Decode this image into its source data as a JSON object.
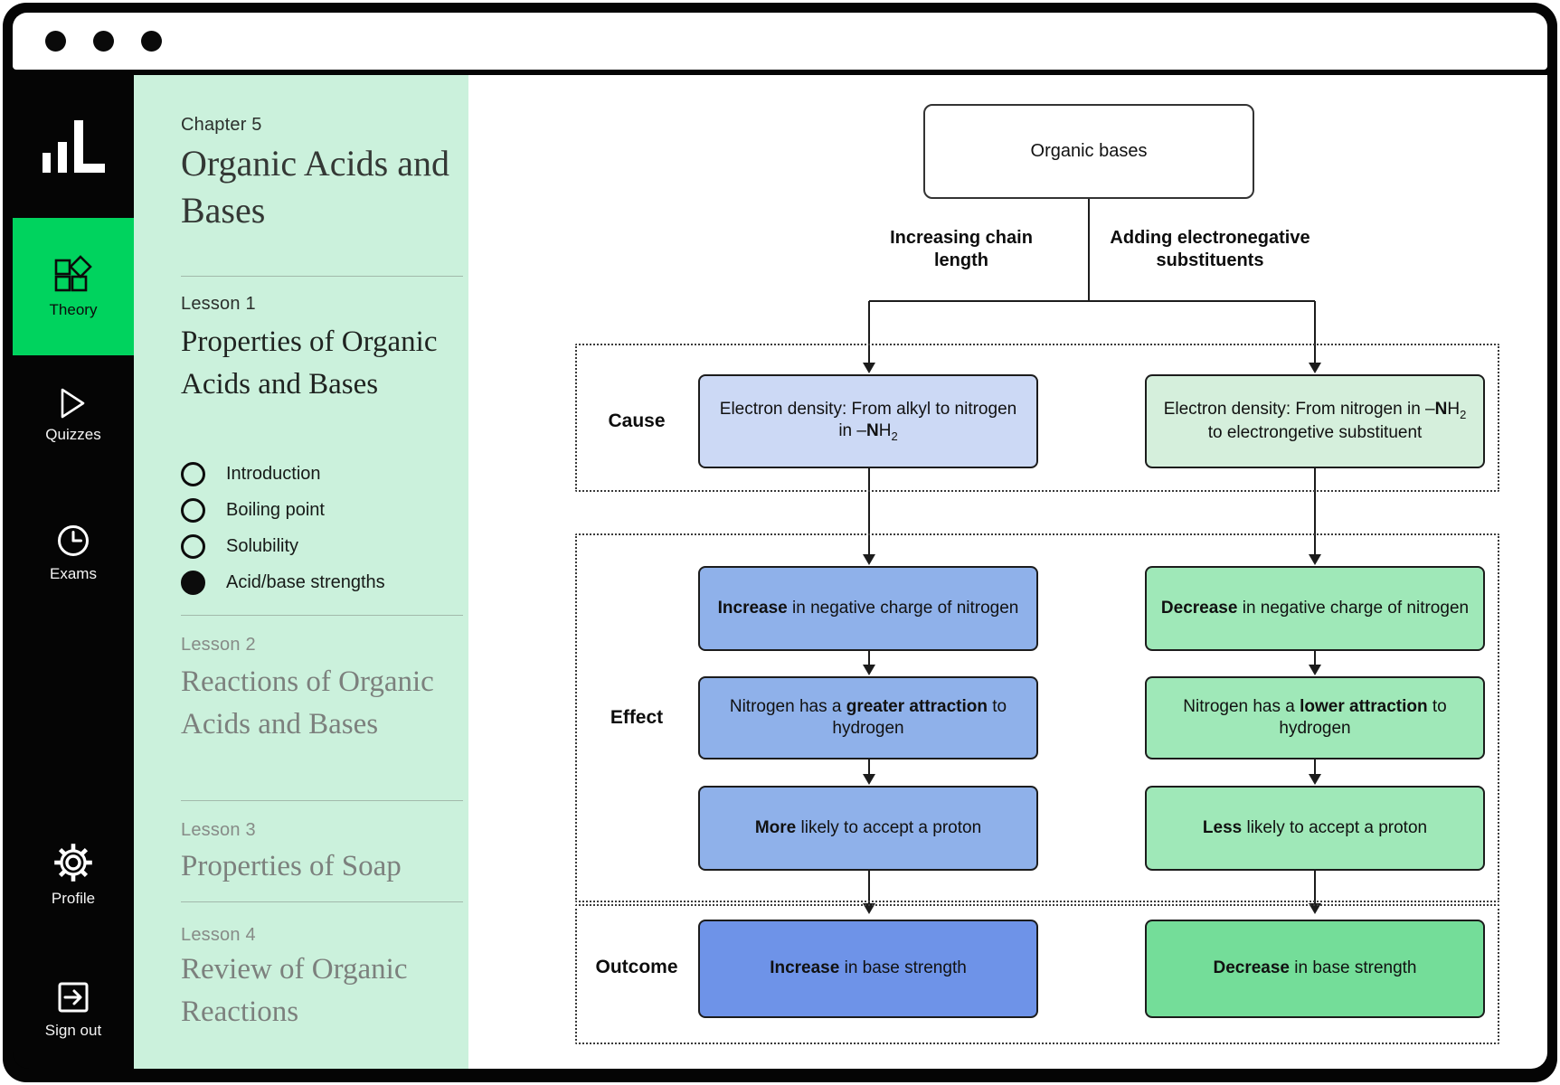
{
  "theme": {
    "accent_green": "#00d35e",
    "sidebar_green": "#cbf1dc",
    "frame_black": "#050505"
  },
  "window": {
    "controls": [
      "dot",
      "dot",
      "dot"
    ]
  },
  "rail": {
    "logo_name": "bar-chart-logo",
    "items": [
      {
        "label": "Theory",
        "icon": "theory-blocks-icon",
        "active": true
      },
      {
        "label": "Quizzes",
        "icon": "play-icon",
        "active": false
      },
      {
        "label": "Exams",
        "icon": "clock-icon",
        "active": false
      },
      {
        "label": "Profile",
        "icon": "gear-icon",
        "active": false
      },
      {
        "label": "Sign out",
        "icon": "signout-arrow-icon",
        "active": false
      }
    ]
  },
  "sidebar": {
    "chapter": {
      "kicker": "Chapter 5",
      "title": "Organic Acids and Bases"
    },
    "lessons": [
      {
        "kicker": "Lesson 1",
        "title": "Properties of Organic Acids and Bases",
        "active": true,
        "items": [
          {
            "label": "Introduction",
            "selected": false
          },
          {
            "label": "Boiling point",
            "selected": false
          },
          {
            "label": "Solubility",
            "selected": false
          },
          {
            "label": "Acid/base strengths",
            "selected": true
          }
        ]
      },
      {
        "kicker": "Lesson 2",
        "title": "Reactions of Organic Acids and Bases",
        "active": false
      },
      {
        "kicker": "Lesson 3",
        "title": "Properties of Soap",
        "active": false
      },
      {
        "kicker": "Lesson 4",
        "title": "Review of Organic Reactions",
        "active": false
      }
    ]
  },
  "diagram": {
    "root_label": "Organic bases",
    "branches": [
      {
        "label": "Increasing chain length"
      },
      {
        "label": "Adding electronegative substituents"
      }
    ],
    "rows": [
      {
        "label": "Cause"
      },
      {
        "label": "Effect"
      },
      {
        "label": "Outcome"
      }
    ],
    "colors": {
      "left_cause": "#ccd9f5",
      "left_effect": "#8fb1ea",
      "left_outcome": "#6e93e8",
      "right_cause": "#d5efdc",
      "right_effect": "#9fe8b8",
      "right_outcome": "#74dd99"
    },
    "left": {
      "cause": [
        {
          "t": "Electron density: From alkyl to nitrogen in –"
        },
        {
          "t": "N",
          "b": true
        },
        {
          "t": "H"
        },
        {
          "t": "2",
          "sub": true
        }
      ],
      "effects": [
        [
          {
            "t": "Increase",
            "b": true
          },
          {
            "t": " in negative charge of nitrogen"
          }
        ],
        [
          {
            "t": "Nitrogen has a "
          },
          {
            "t": "greater attraction",
            "b": true
          },
          {
            "t": " to hydrogen"
          }
        ],
        [
          {
            "t": "More",
            "b": true
          },
          {
            "t": " likely to accept a proton"
          }
        ]
      ],
      "outcome": [
        {
          "t": "Increase",
          "b": true
        },
        {
          "t": " in base strength"
        }
      ]
    },
    "right": {
      "cause": [
        {
          "t": "Electron density: From nitrogen in –"
        },
        {
          "t": "N",
          "b": true
        },
        {
          "t": "H"
        },
        {
          "t": "2",
          "sub": true
        },
        {
          "t": " to electrongetive substituent"
        }
      ],
      "effects": [
        [
          {
            "t": "Decrease",
            "b": true
          },
          {
            "t": " in negative charge of nitrogen"
          }
        ],
        [
          {
            "t": "Nitrogen has a "
          },
          {
            "t": "lower attraction",
            "b": true
          },
          {
            "t": " to hydrogen"
          }
        ],
        [
          {
            "t": "Less",
            "b": true
          },
          {
            "t": " likely to accept a proton"
          }
        ]
      ],
      "outcome": [
        {
          "t": "Decrease",
          "b": true
        },
        {
          "t": " in base strength"
        }
      ]
    }
  }
}
